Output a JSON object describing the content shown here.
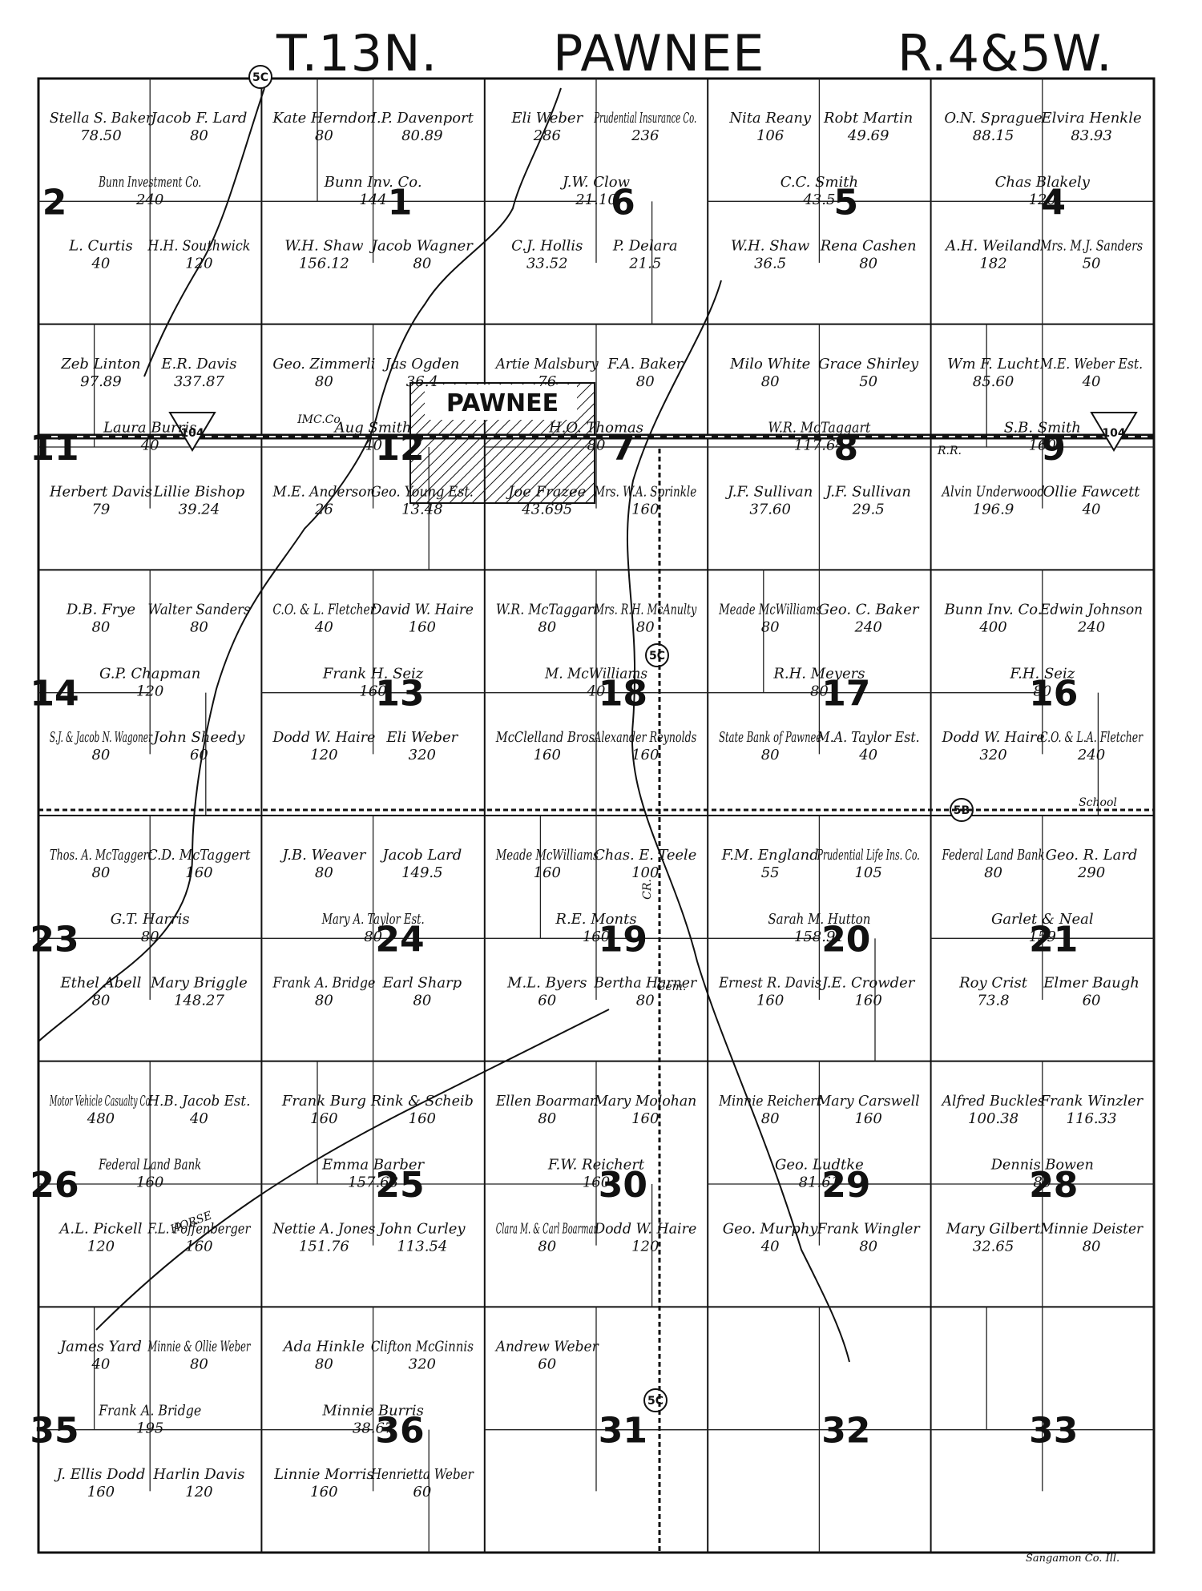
{
  "header": {
    "township": "T.13N.",
    "town": "PAWNEE",
    "range": "R.4&5W."
  },
  "town_label": "PAWNEE",
  "credit": "Sangamon Co. Ill.",
  "highway_label": "104",
  "road_labels": [
    "5C",
    "5C",
    "5C",
    "5B"
  ],
  "misc_labels": {
    "rr": "R.R.",
    "horse": "HORSE",
    "cr": "CR.",
    "school": "School",
    "cem": "Cem.",
    "imc": "IMC.Co"
  },
  "sections": [
    "2",
    "1",
    "6",
    "5",
    "4",
    "11",
    "12",
    "7",
    "8",
    "9",
    "14",
    "13",
    "18",
    "17",
    "16",
    "23",
    "24",
    "19",
    "20",
    "21",
    "26",
    "25",
    "30",
    "29",
    "28",
    "35",
    "36",
    "31",
    "32",
    "33"
  ],
  "owners": [
    {
      "name": "Stella S. Baker",
      "acres": "78.50"
    },
    {
      "name": "Jacob F. Lard",
      "acres": "80"
    },
    {
      "name": "L. Curtis",
      "acres": "40"
    },
    {
      "name": "H.H. Southwick",
      "acres": "120"
    },
    {
      "name": "Bunn Investment Co.",
      "acres": "240"
    },
    {
      "name": "Kate Herndon",
      "acres": "80"
    },
    {
      "name": "I.P. Davenport",
      "acres": "80.89"
    },
    {
      "name": "W.H. Shaw",
      "acres": "156.12"
    },
    {
      "name": "Jacob Wagner",
      "acres": "80"
    },
    {
      "name": "Bunn Inv. Co.",
      "acres": "144"
    },
    {
      "name": "Eli Weber",
      "acres": "286"
    },
    {
      "name": "Prudential Insurance Co.",
      "acres": "236"
    },
    {
      "name": "C.J. Hollis",
      "acres": "33.52"
    },
    {
      "name": "P. Delara",
      "acres": "21.5"
    },
    {
      "name": "J.W. Clow",
      "acres": "21.10"
    },
    {
      "name": "Nita Reany",
      "acres": "106"
    },
    {
      "name": "Robt Martin",
      "acres": "49.69"
    },
    {
      "name": "W.H. Shaw",
      "acres": "36.5"
    },
    {
      "name": "Rena Cashen",
      "acres": "80"
    },
    {
      "name": "C.C. Smith",
      "acres": "43.5"
    },
    {
      "name": "O.N. Sprague",
      "acres": "88.15"
    },
    {
      "name": "Elvira Henkle",
      "acres": "83.93"
    },
    {
      "name": "A.H. Weiland",
      "acres": "182"
    },
    {
      "name": "Mrs. M.J. Sanders",
      "acres": "50"
    },
    {
      "name": "Chas Blakely",
      "acres": "120"
    },
    {
      "name": "Zeb Linton",
      "acres": "97.89"
    },
    {
      "name": "E.R. Davis",
      "acres": "337.87"
    },
    {
      "name": "Herbert Davis",
      "acres": "79"
    },
    {
      "name": "Lillie Bishop",
      "acres": "39.24"
    },
    {
      "name": "Laura Burris",
      "acres": "40"
    },
    {
      "name": "Geo. Zimmerli",
      "acres": "80"
    },
    {
      "name": "Jas Ogden",
      "acres": "36.4"
    },
    {
      "name": "M.E. Anderson",
      "acres": "26"
    },
    {
      "name": "Geo. Young Est.",
      "acres": "13.48"
    },
    {
      "name": "Aug Smith",
      "acres": "40"
    },
    {
      "name": "Artie Malsbury",
      "acres": "76"
    },
    {
      "name": "F.A. Baker",
      "acres": "80"
    },
    {
      "name": "Joe Frazee",
      "acres": "43.695"
    },
    {
      "name": "Mrs. W.A. Sprinkle",
      "acres": "160"
    },
    {
      "name": "H.O. Thomas",
      "acres": "80"
    },
    {
      "name": "Milo White",
      "acres": "80"
    },
    {
      "name": "Grace Shirley",
      "acres": "50"
    },
    {
      "name": "J.F. Sullivan",
      "acres": "37.60"
    },
    {
      "name": "J.F. Sullivan",
      "acres": "29.5"
    },
    {
      "name": "W.R. McTaggart",
      "acres": "117.64"
    },
    {
      "name": "Wm F. Lucht",
      "acres": "85.60"
    },
    {
      "name": "M.E. Weber Est.",
      "acres": "40"
    },
    {
      "name": "Alvin Underwood",
      "acres": "196.9"
    },
    {
      "name": "Ollie Fawcett",
      "acres": "40"
    },
    {
      "name": "S.B. Smith",
      "acres": "160"
    },
    {
      "name": "D.B. Frye",
      "acres": "80"
    },
    {
      "name": "Walter Sanders",
      "acres": "80"
    },
    {
      "name": "S.J. & Jacob N. Wagoner",
      "acres": "80"
    },
    {
      "name": "John Sheedy",
      "acres": "60"
    },
    {
      "name": "G.P. Chapman",
      "acres": "120"
    },
    {
      "name": "C.O. & L. Fletcher",
      "acres": "40"
    },
    {
      "name": "David W. Haire",
      "acres": "160"
    },
    {
      "name": "Dodd W. Haire",
      "acres": "120"
    },
    {
      "name": "Eli Weber",
      "acres": "320"
    },
    {
      "name": "Frank H. Seiz",
      "acres": "160"
    },
    {
      "name": "W.R. McTaggart",
      "acres": "80"
    },
    {
      "name": "Mrs. R.H. McAnulty",
      "acres": "80"
    },
    {
      "name": "McClelland Bros.",
      "acres": "160"
    },
    {
      "name": "Alexander Reynolds",
      "acres": "160"
    },
    {
      "name": "M. McWilliams",
      "acres": "40"
    },
    {
      "name": "Meade McWilliams",
      "acres": "80"
    },
    {
      "name": "Geo. C. Baker",
      "acres": "240"
    },
    {
      "name": "State Bank of Pawnee",
      "acres": "80"
    },
    {
      "name": "M.A. Taylor Est.",
      "acres": "40"
    },
    {
      "name": "R.H. Meyers",
      "acres": "80"
    },
    {
      "name": "Bunn Inv. Co.",
      "acres": "400"
    },
    {
      "name": "Edwin Johnson",
      "acres": "240"
    },
    {
      "name": "Dodd W. Haire",
      "acres": "320"
    },
    {
      "name": "C.O. & L.A. Fletcher",
      "acres": "240"
    },
    {
      "name": "F.H. Seiz",
      "acres": "80"
    },
    {
      "name": "Thos. A. McTaggert",
      "acres": "80"
    },
    {
      "name": "C.D. McTaggert",
      "acres": "160"
    },
    {
      "name": "Ethel Abell",
      "acres": "80"
    },
    {
      "name": "Mary Briggle",
      "acres": "148.27"
    },
    {
      "name": "G.T. Harris",
      "acres": "80"
    },
    {
      "name": "J.B. Weaver",
      "acres": "80"
    },
    {
      "name": "Jacob Lard",
      "acres": "149.5"
    },
    {
      "name": "Frank A. Bridge",
      "acres": "80"
    },
    {
      "name": "Earl Sharp",
      "acres": "80"
    },
    {
      "name": "Mary A. Taylor Est.",
      "acres": "80"
    },
    {
      "name": "Meade McWilliams",
      "acres": "160"
    },
    {
      "name": "Chas. E. Teele",
      "acres": "100"
    },
    {
      "name": "M.L. Byers",
      "acres": "60"
    },
    {
      "name": "Bertha Harner",
      "acres": "80"
    },
    {
      "name": "R.E. Monts",
      "acres": "160"
    },
    {
      "name": "F.M. England",
      "acres": "55"
    },
    {
      "name": "Prudential Life Ins. Co.",
      "acres": "105"
    },
    {
      "name": "Ernest R. Davis",
      "acres": "160"
    },
    {
      "name": "J.E. Crowder",
      "acres": "160"
    },
    {
      "name": "Sarah M. Hutton",
      "acres": "158.91"
    },
    {
      "name": "Federal Land Bank",
      "acres": "80"
    },
    {
      "name": "Geo. R. Lard",
      "acres": "290"
    },
    {
      "name": "Roy Crist",
      "acres": "73.8"
    },
    {
      "name": "Elmer Baugh",
      "acres": "60"
    },
    {
      "name": "Garlet & Neal",
      "acres": "159"
    },
    {
      "name": "Motor Vehicle Casualty Co.",
      "acres": "480"
    },
    {
      "name": "H.B. Jacob Est.",
      "acres": "40"
    },
    {
      "name": "A.L. Pickell",
      "acres": "120"
    },
    {
      "name": "F.L. Poffenberger",
      "acres": "160"
    },
    {
      "name": "Federal Land Bank",
      "acres": "160"
    },
    {
      "name": "Frank Burg",
      "acres": "160"
    },
    {
      "name": "Rink & Scheib",
      "acres": "160"
    },
    {
      "name": "Nettie A. Jones",
      "acres": "151.76"
    },
    {
      "name": "John Curley",
      "acres": "113.54"
    },
    {
      "name": "Emma Barber",
      "acres": "157.63"
    },
    {
      "name": "Ellen Boarman",
      "acres": "80"
    },
    {
      "name": "Mary Molohan",
      "acres": "160"
    },
    {
      "name": "Clara M. & Carl Boarman",
      "acres": "80"
    },
    {
      "name": "Dodd W. Haire",
      "acres": "120"
    },
    {
      "name": "F.W. Reichert",
      "acres": "160"
    },
    {
      "name": "Minnie Reichert",
      "acres": "80"
    },
    {
      "name": "Mary Carswell",
      "acres": "160"
    },
    {
      "name": "Geo. Murphy",
      "acres": "40"
    },
    {
      "name": "Frank Wingler",
      "acres": "80"
    },
    {
      "name": "Geo. Ludtke",
      "acres": "81.61"
    },
    {
      "name": "Alfred Buckles",
      "acres": "100.38"
    },
    {
      "name": "Frank Winzler",
      "acres": "116.33"
    },
    {
      "name": "Mary Gilbert",
      "acres": "32.65"
    },
    {
      "name": "Minnie Deister",
      "acres": "80"
    },
    {
      "name": "Dennis Bowen",
      "acres": "80"
    },
    {
      "name": "James Yard",
      "acres": "40"
    },
    {
      "name": "Minnie & Ollie Weber",
      "acres": "80"
    },
    {
      "name": "J. Ellis Dodd",
      "acres": "160"
    },
    {
      "name": "Harlin Davis",
      "acres": "120"
    },
    {
      "name": "Frank A. Bridge",
      "acres": "195"
    },
    {
      "name": "Ada Hinkle",
      "acres": "80"
    },
    {
      "name": "Clifton McGinnis",
      "acres": "320"
    },
    {
      "name": "Linnie Morris",
      "acres": "160"
    },
    {
      "name": "Henrietta Weber",
      "acres": "60"
    },
    {
      "name": "Minnie Burris",
      "acres": "38.67"
    },
    {
      "name": "Andrew Weber",
      "acres": "60"
    }
  ]
}
